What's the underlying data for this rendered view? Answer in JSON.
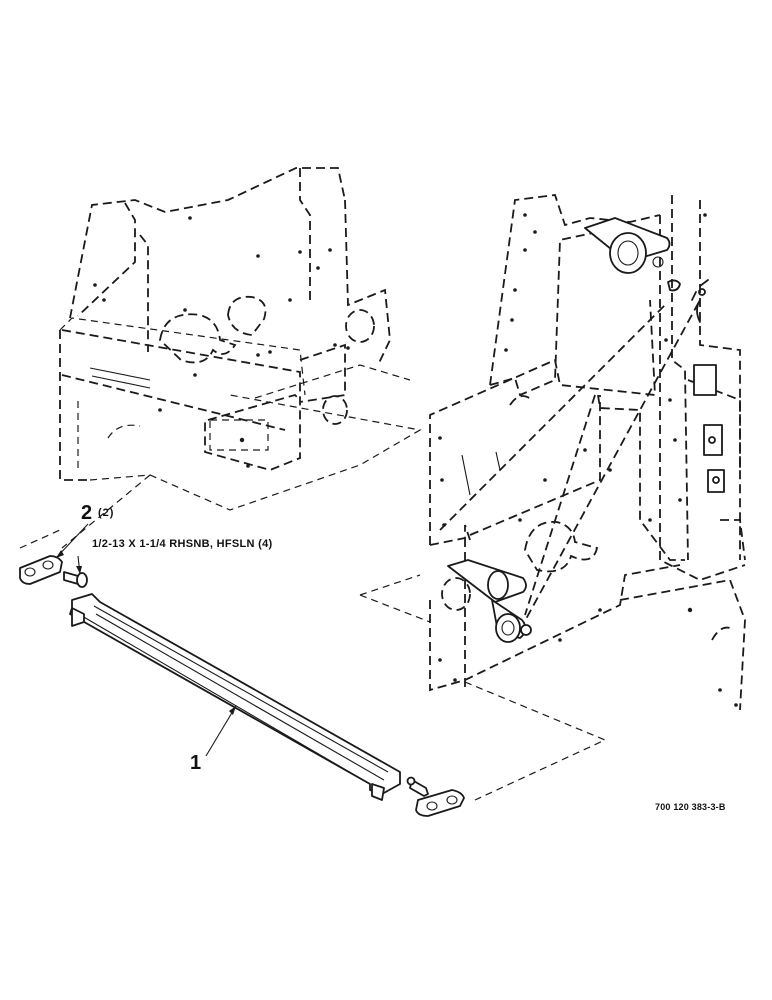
{
  "callouts": {
    "item_1": "1",
    "item_2": "2",
    "item_2_qty": "(2)"
  },
  "hardware_note": "1/2-13 X 1-1/4 RHSNB, HFSLN (4)",
  "document_number": "700 120 383-3-B"
}
